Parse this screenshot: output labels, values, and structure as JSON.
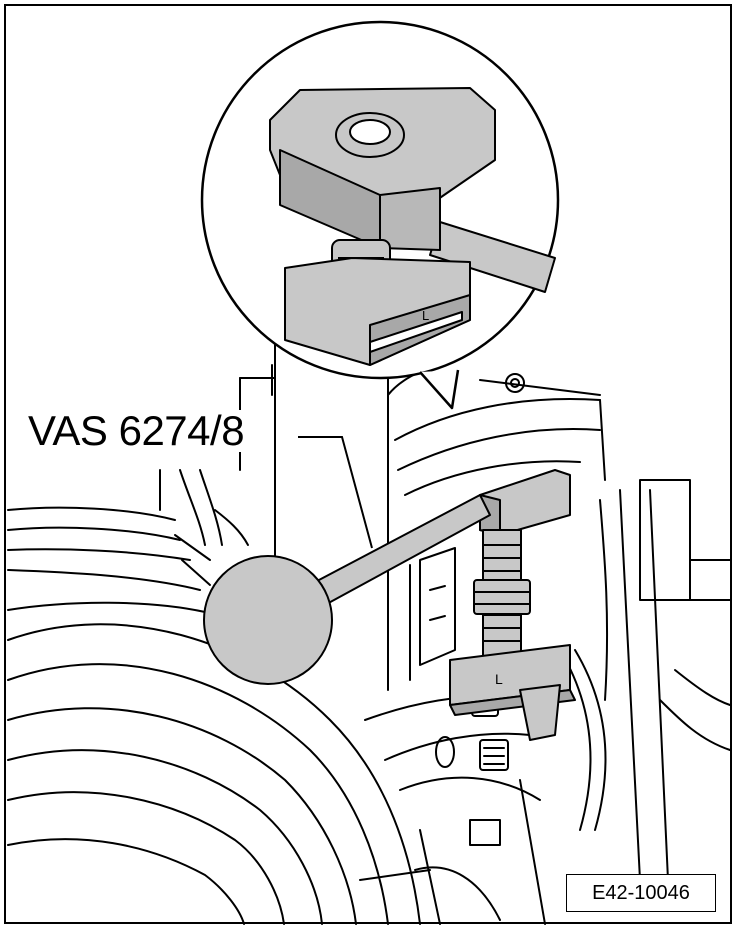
{
  "figure": {
    "tool_label": "VAS 6274/8",
    "figure_id": "E42-10046"
  },
  "colors": {
    "line": "#000000",
    "tool_fill": "#c8c8c8",
    "tool_fill_dark": "#a8a8a8",
    "background": "#ffffff"
  },
  "parts": {
    "tool_side_mark": "L",
    "lower_tool_mark": "L"
  }
}
